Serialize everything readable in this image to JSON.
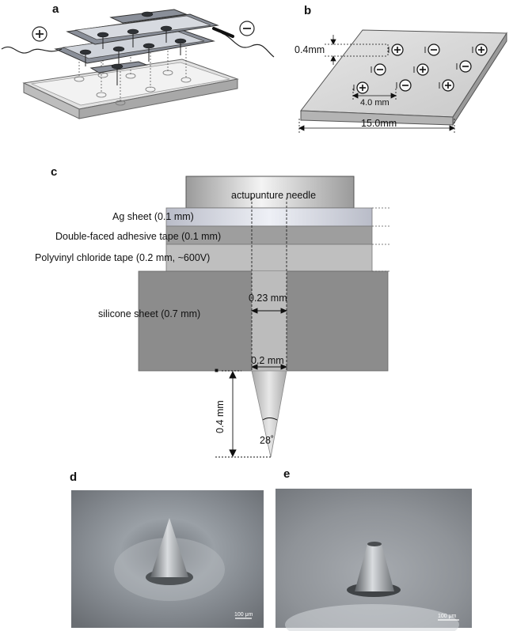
{
  "panels": {
    "a": {
      "letter": "a",
      "symbols": {
        "positive": "positive-electrode-icon",
        "negative": "negative-electrode-icon"
      }
    },
    "b": {
      "letter": "b",
      "spacing_vertical": "0.4mm",
      "spacing_horizontal": "4.0 mm",
      "width": "15.0mm",
      "electrodes": [
        {
          "sign": "+"
        },
        {
          "sign": "-"
        },
        {
          "sign": "+"
        },
        {
          "sign": "-"
        },
        {
          "sign": "+"
        },
        {
          "sign": "-"
        },
        {
          "sign": "+"
        },
        {
          "sign": "-"
        },
        {
          "sign": "+"
        }
      ]
    },
    "c": {
      "letter": "c",
      "needle_label": "actupunture needle",
      "layers": [
        "Ag sheet (0.1 mm)",
        "Double-faced adhesive tape (0.1 mm)",
        "Polyvinyl chloride tape (0.2 mm, ~600V)",
        "silicone sheet (0.7 mm)"
      ],
      "hole_diameter": "0.23 mm",
      "tip_diameter": "0.2 mm",
      "tip_length": "0.4 mm",
      "tip_angle": "28˚"
    },
    "d": {
      "letter": "d",
      "scale_bar": "100 μm"
    },
    "e": {
      "letter": "e",
      "scale_bar": "100 μm"
    }
  },
  "colors": {
    "plate": "#d6d6d6",
    "needle_head": "#e0e0e0",
    "ag_sheet": "#c9ccd6",
    "tape": "#a0a0a0",
    "pvc": "#bdbdbd",
    "silicone": "#8c8c8c"
  }
}
